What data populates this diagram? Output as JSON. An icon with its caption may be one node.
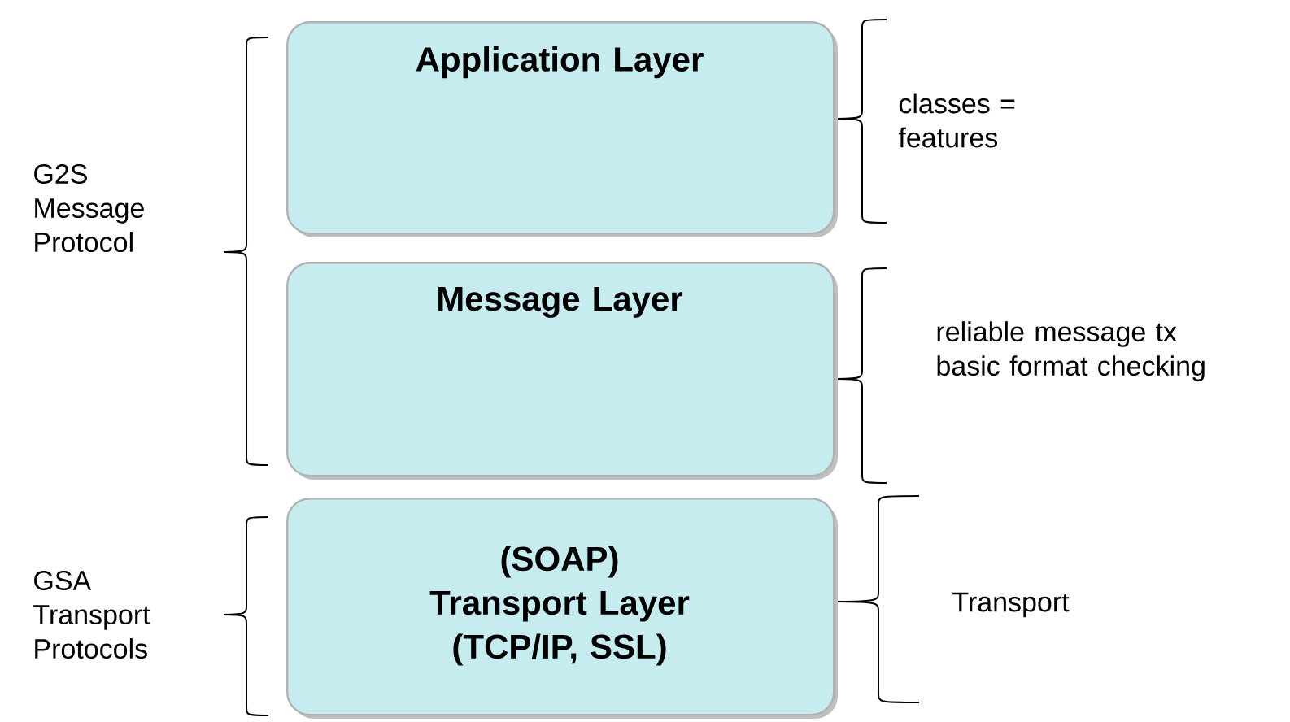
{
  "diagram": {
    "nodes": [
      {
        "text": [
          "Application Layer"
        ]
      },
      {
        "text": [
          "Message Layer"
        ]
      },
      {
        "text": [
          "(SOAP) Transport Layer (TCP/IP, SSL)"
        ]
      }
    ],
    "labels": [
      "G2S Message Protocol",
      "classes = features",
      "reliable message tx basic format checking",
      "GSA Transport Protocols",
      "Transport"
    ]
  }
}
